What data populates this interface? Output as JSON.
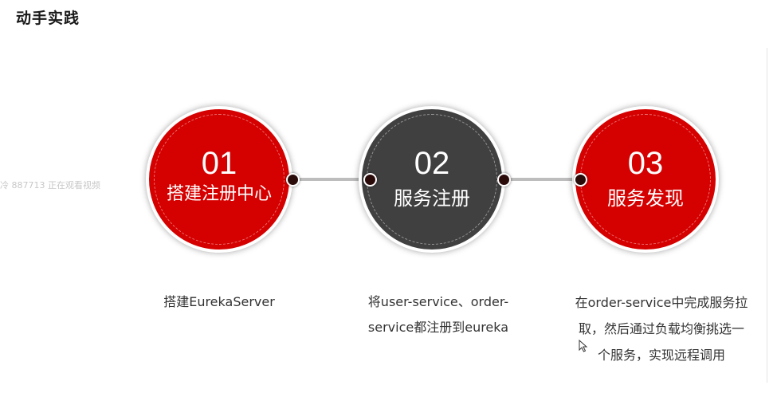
{
  "page": {
    "title": "动手实践",
    "watermark": "冷 887713 正在观看视频"
  },
  "steps": [
    {
      "number": "01",
      "label": "搭建注册中心",
      "color": "#d50000"
    },
    {
      "number": "02",
      "label": "服务注册",
      "color": "#404040"
    },
    {
      "number": "03",
      "label": "服务发现",
      "color": "#d50000"
    }
  ],
  "descriptions": [
    {
      "lines": [
        "搭建EurekaServer"
      ]
    },
    {
      "lines": [
        "将user-service、order-",
        "service都注册到eureka"
      ]
    },
    {
      "lines": [
        "在order-service中完成服务拉",
        "取，然后通过负载均衡挑选一",
        "个服务，实现远程调用"
      ]
    }
  ],
  "colors": {
    "accent": "#d50000",
    "dark": "#404040",
    "connector": "#bdbdbd"
  },
  "icons": {
    "cursor": "mouse-pointer-icon"
  }
}
